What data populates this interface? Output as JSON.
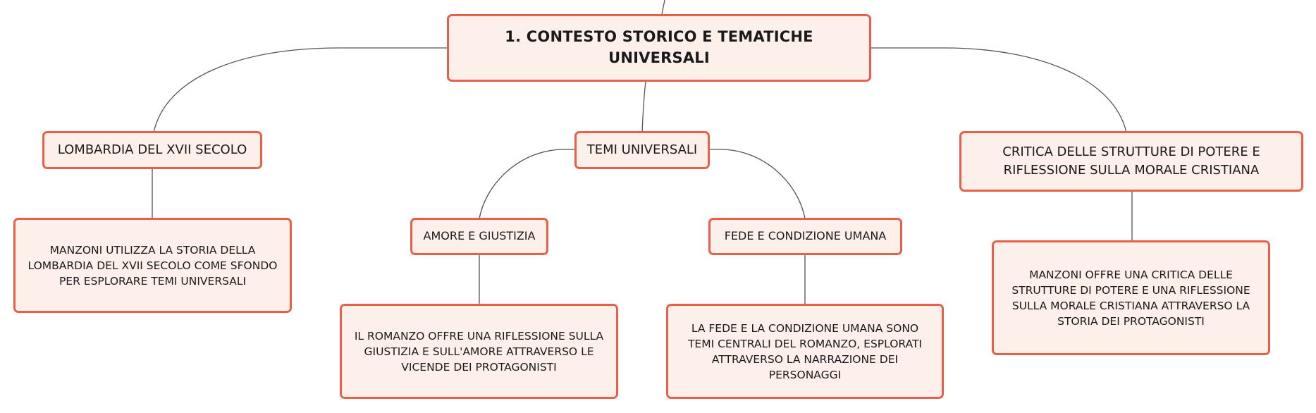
{
  "root": {
    "label": "1. CONTESTO STORICO E TEMATICHE UNIVERSALI"
  },
  "topics": {
    "lombardia": {
      "label": "LOMBARDIA DEL XVII SECOLO",
      "detail": "MANZONI UTILIZZA LA STORIA DELLA LOMBARDIA DEL XVII SECOLO COME SFONDO PER ESPLORARE TEMI UNIVERSALI"
    },
    "temi": {
      "label": "TEMI UNIVERSALI",
      "children": {
        "amore": {
          "label": "AMORE E GIUSTIZIA",
          "detail": "IL ROMANZO OFFRE UNA RIFLESSIONE SULLA GIUSTIZIA E SULL'AMORE ATTRAVERSO LE VICENDE DEI PROTAGONISTI"
        },
        "fede": {
          "label": "FEDE E CONDIZIONE UMANA",
          "detail": "LA FEDE E LA CONDIZIONE UMANA SONO TEMI CENTRALI DEL ROMANZO, ESPLORATI ATTRAVERSO LA NARRAZIONE DEI PERSONAGGI"
        }
      }
    },
    "critica": {
      "label": "CRITICA DELLE STRUTTURE DI POTERE E RIFLESSIONE SULLA MORALE CRISTIANA",
      "detail": "MANZONI OFFRE UNA CRITICA DELLE STRUTTURE DI POTERE E UNA RIFLESSIONE SULLA MORALE CRISTIANA ATTRAVERSO LA STORIA DEI PROTAGONISTI"
    }
  },
  "colors": {
    "node_fill": "#fdf0ea",
    "node_border": "#e8604a",
    "connector": "#555555"
  }
}
